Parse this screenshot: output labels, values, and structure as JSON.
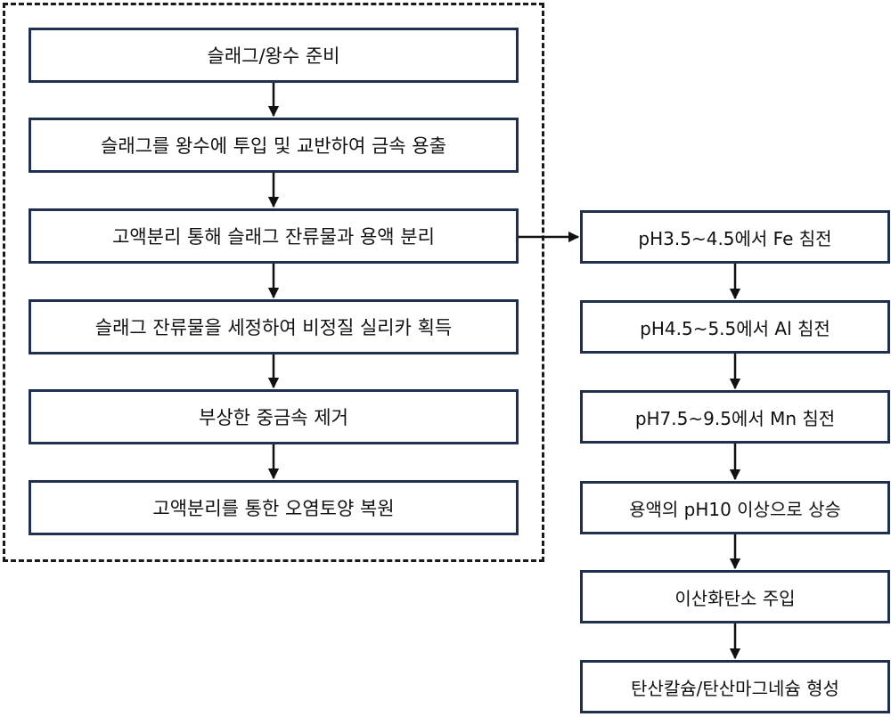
{
  "left_steps": [
    "슬래그/왕수 준비",
    "슬래그를 왕수에 투입 및 교반하여 금속 용출",
    "고액분리 통해 슬래그 잔류물과 용액 분리",
    "슬래그 잔류물을 세정하여 비정질 실리카 획득",
    "부상한 중금속 제거",
    "고액분리를 통한 오염토양 복원"
  ],
  "right_steps": [
    "pH3.5~4.5에서 Fe 침전",
    "pH4.5~5.5에서 Al 침전",
    "pH7.5~9.5에서 Mn 침전",
    "용액의 pH10 이상으로 상승",
    "이산화탄소 주입",
    "탄산칼슘/탄산마그네슘 형성"
  ],
  "colors": {
    "box_border": "#1f2f4d",
    "arrow": "#111111",
    "dashed_border": "#1a1a1a"
  }
}
